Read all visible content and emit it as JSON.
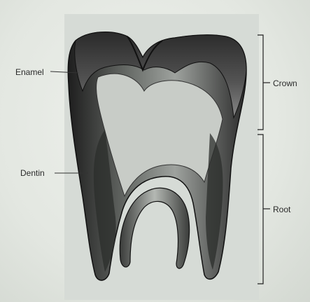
{
  "diagram": {
    "labels": {
      "enamel": "Enamel",
      "dentin": "Dentin",
      "crown": "Crown",
      "root": "Root"
    }
  }
}
